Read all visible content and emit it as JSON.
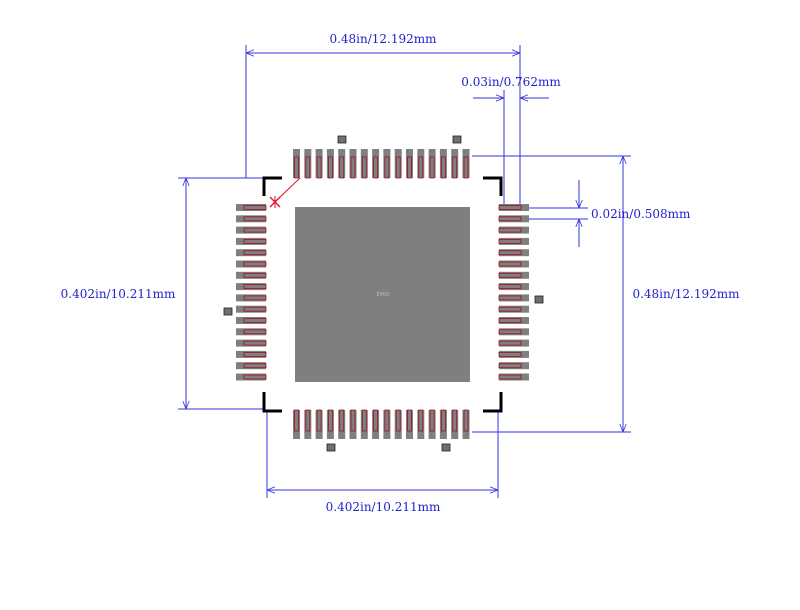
{
  "dimensions": {
    "top_width": "0.48in/12.192mm",
    "pad_width": "0.03in/0.762mm",
    "pitch": "0.02in/0.508mm",
    "right_height": "0.48in/12.192mm",
    "left_height": "0.402in/10.211mm",
    "bottom_width": "0.402in/10.211mm"
  },
  "epad_label": "EPAD",
  "package": {
    "pins_per_side": 16,
    "pin1_marker": "x"
  },
  "colors": {
    "dimension_line": "#3333dd",
    "dimension_text": "#2222cc",
    "pad_fill": "#7f7f7f",
    "pad_outline": "#a01020",
    "pin1_marker": "#e0102a",
    "body_outline": "#000000"
  }
}
